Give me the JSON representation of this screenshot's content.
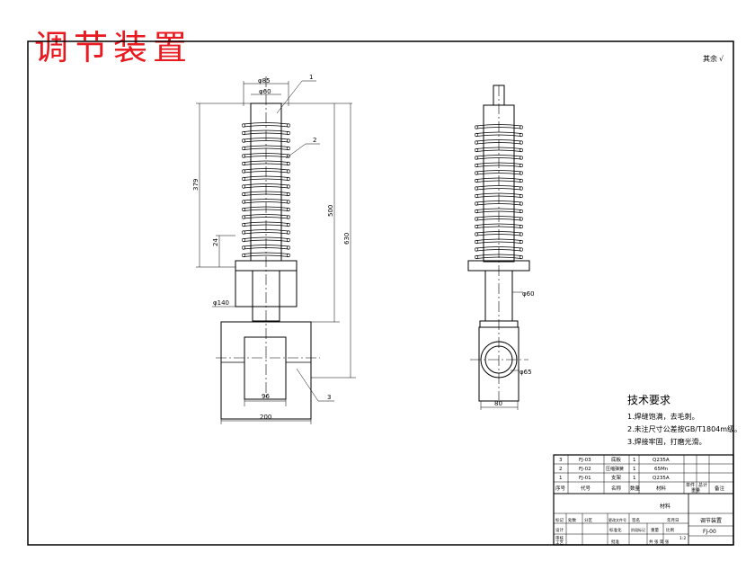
{
  "page_title": "调节装置",
  "corner_mark": "其余",
  "front_view": {
    "dims": {
      "d85": "φ85",
      "d60": "φ60",
      "h379": "379",
      "h500": "500",
      "h630": "630",
      "h24": "24",
      "d140": "φ140",
      "w96": "96",
      "w200": "200"
    },
    "callouts": [
      "1",
      "2",
      "3"
    ]
  },
  "side_view": {
    "dims": {
      "d60": "φ60",
      "d65": "φ65",
      "w80": "80"
    }
  },
  "tech_requirements": {
    "heading": "技术要求",
    "items": [
      "1.焊缝饱满，去毛刺。",
      "2.未注尺寸公差按GB/T1804m级。",
      "3.焊接牢固，打磨光滑。"
    ]
  },
  "bom": {
    "rows": [
      {
        "no": "3",
        "code": "FJ-03",
        "name": "底板",
        "qty": "1",
        "material": "Q235A"
      },
      {
        "no": "2",
        "code": "FJ-02",
        "name": "压缩弹簧",
        "qty": "1",
        "material": "65Mn"
      },
      {
        "no": "1",
        "code": "FJ-01",
        "name": "支架",
        "qty": "1",
        "material": "Q235A"
      }
    ],
    "header": {
      "no": "序号",
      "code": "代号",
      "name": "名称",
      "qty": "数量",
      "material": "材料",
      "unit_weight": "单件",
      "total_weight": "总计",
      "weight": "重量",
      "remark": "备注"
    }
  },
  "title_block": {
    "assembly_name": "调节装置",
    "drawing_no": "FJ-00",
    "material_label": "材料",
    "scale": "1:2",
    "sheet_info": "共 张 第 张",
    "labels": {
      "design": "设计",
      "check": "审核",
      "process": "工艺",
      "approve": "批准",
      "mark": "标记",
      "count": "处数",
      "zone": "分区",
      "change_doc": "更改文件号",
      "signature": "签名",
      "date": "年月日",
      "standard": "标准化",
      "stage_mark": "阶段标记",
      "weight": "重量",
      "scale": "比例"
    }
  }
}
